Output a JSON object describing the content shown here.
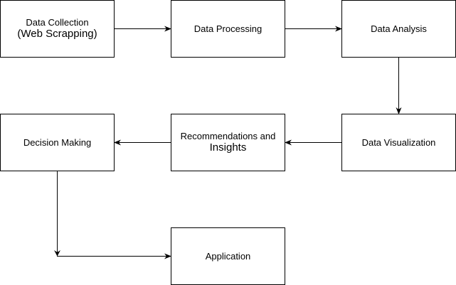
{
  "diagram": {
    "nodes": {
      "collection": {
        "line1": "Data Collection",
        "line2": "(Web Scrapping)"
      },
      "processing": {
        "label": "Data Processing"
      },
      "analysis": {
        "label": "Data Analysis"
      },
      "visualization": {
        "label": "Data Visualization"
      },
      "recommendations": {
        "line1": "Recommendations and",
        "line2": "Insights"
      },
      "decision": {
        "label": "Decision Making"
      },
      "application": {
        "label": "Application"
      }
    },
    "edges": [
      {
        "from": "collection",
        "to": "processing"
      },
      {
        "from": "processing",
        "to": "analysis"
      },
      {
        "from": "analysis",
        "to": "visualization"
      },
      {
        "from": "visualization",
        "to": "recommendations"
      },
      {
        "from": "recommendations",
        "to": "decision"
      },
      {
        "from": "decision",
        "to": "application"
      }
    ],
    "colors": {
      "stroke": "#000000",
      "fill": "#ffffff",
      "text": "#000000"
    }
  }
}
